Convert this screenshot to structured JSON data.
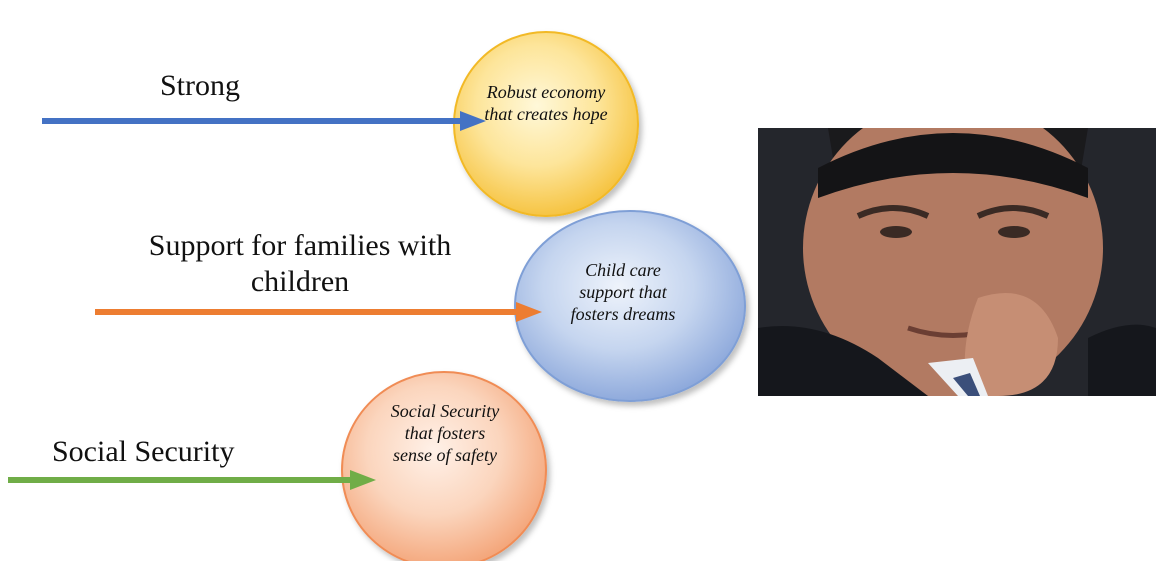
{
  "labels": {
    "strong": "Strong",
    "families": "Support for families with children",
    "social_security": "Social Security"
  },
  "circles": {
    "economy": "Robust economy that creates hope",
    "childcare": "Child care support that fosters dreams",
    "social": "Social Security that fosters sense of safety"
  },
  "colors": {
    "arrow_blue": "#4472c4",
    "arrow_orange": "#ed7d31",
    "arrow_green": "#70ad47",
    "circle_yellow": "#fbd97a",
    "circle_blue": "#b4c7e7",
    "circle_peach": "#f8c7a8"
  },
  "photo": {
    "icon": "portrait-photo"
  }
}
